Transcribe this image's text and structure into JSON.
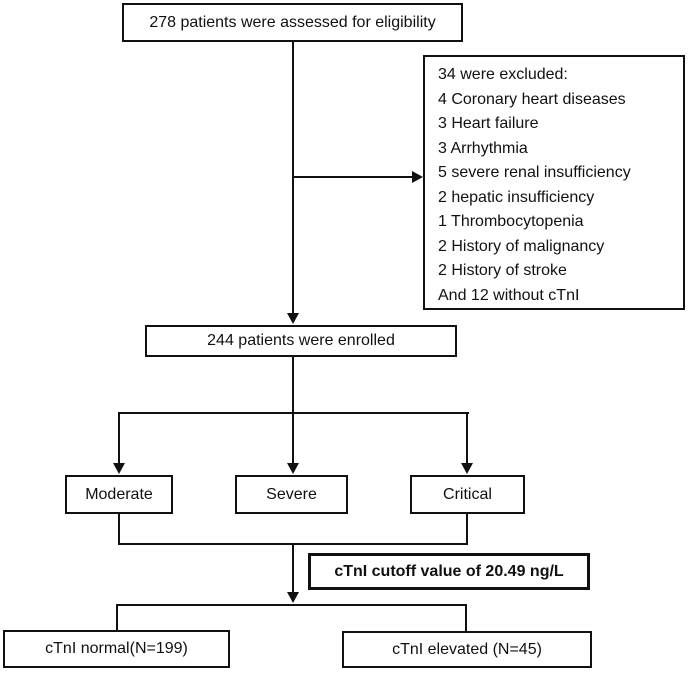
{
  "figure": {
    "type": "patient-flow-diagram",
    "colors": {
      "line": "#111111",
      "text": "#111111",
      "background": "#ffffff"
    },
    "boxes": {
      "assessed": {
        "label": "278 patients were assessed for eligibility"
      },
      "excluded": {
        "lines": [
          "34 were excluded:",
          "4 Coronary heart diseases",
          "3 Heart failure",
          "3 Arrhythmia",
          "5 severe renal insufficiency",
          "2 hepatic insufficiency",
          "1 Thrombocytopenia",
          "2 History of malignancy",
          "2 History of stroke",
          "And 12 without cTnI"
        ]
      },
      "enrolled": {
        "label": "244 patients were enrolled"
      },
      "moderate": {
        "label": "Moderate"
      },
      "severe": {
        "label": "Severe"
      },
      "critical": {
        "label": "Critical"
      },
      "cutoff": {
        "label": "cTnI cutoff value of 20.49 ng/L"
      },
      "normal": {
        "label": "cTnI normal(N=199)"
      },
      "elevated": {
        "label": "cTnI elevated (N=45)"
      }
    }
  }
}
